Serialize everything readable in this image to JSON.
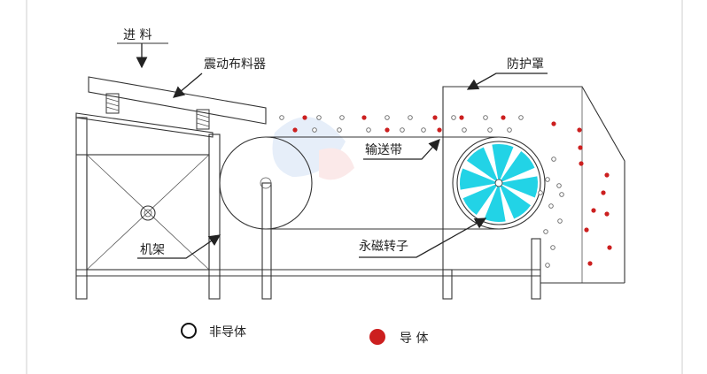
{
  "labels": {
    "feed": "进 料",
    "vibrating_feeder": "震动布料器",
    "protective_cover": "防护罩",
    "conveyor_belt": "输送带",
    "frame": "机架",
    "magnetic_rotor": "永磁转子"
  },
  "legend": {
    "non_conductor": "非导体",
    "conductor": "导 体"
  },
  "colors": {
    "line": "#333333",
    "conductor": "#cc1f1f",
    "rotor_blade": "#22d3e6",
    "background": "#ffffff"
  }
}
